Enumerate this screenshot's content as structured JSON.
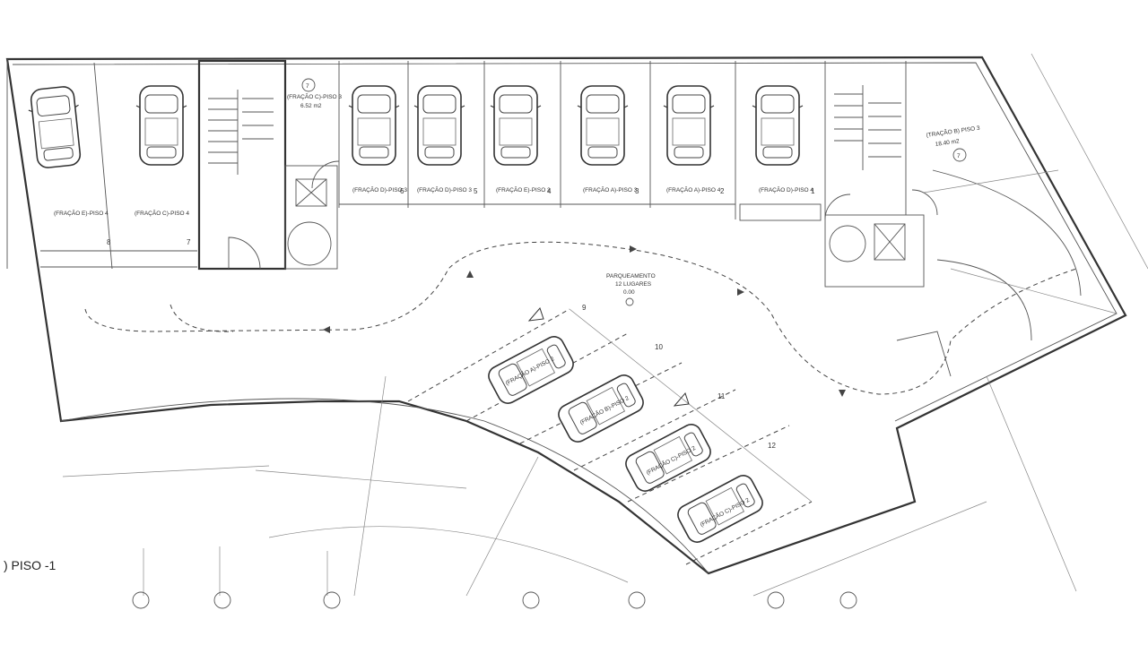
{
  "drawing": {
    "caption": ") PISO  -1",
    "parking_title": "PARQUEAMENTO",
    "parking_sub": "12 LUGARES",
    "parking_level": "0.00"
  },
  "top_spaces": [
    {
      "label": "(FRAÇÃO E)-PISO 4",
      "num": "8"
    },
    {
      "label": "(FRAÇÃO C)-PISO 4",
      "num": "7"
    },
    {
      "label": "(FRAÇÃO D)-PISO 3",
      "num": "6"
    },
    {
      "label": "(FRAÇÃO D)-PISO 3",
      "num": "5"
    },
    {
      "label": "(FRAÇÃO E)-PISO 3",
      "num": "4"
    },
    {
      "label": "(FRAÇÃO A)-PISO 3",
      "num": "3"
    },
    {
      "label": "(FRAÇÃO A)-PISO 4",
      "num": "2"
    },
    {
      "label": "(FRAÇÃO D)-PISO 4",
      "num": "1"
    }
  ],
  "storage_left": {
    "label": "(FRAÇÃO C)-PISO 3",
    "area": "6.52 m2",
    "circle": "7"
  },
  "storage_right": {
    "label": "(TRAÇÃO B) PISO 3",
    "area": "18.40 m2",
    "circle": "7"
  },
  "angled_spaces": [
    {
      "label": "(FRAÇÃO A)-PISO 2",
      "num": "9"
    },
    {
      "label": "(FRAÇÃO B)-PISO 2",
      "num": "10"
    },
    {
      "label": "(FRAÇÃO C)-PISO 2",
      "num": "11"
    },
    {
      "label": "(FRAÇÃO C)-PISO 2",
      "num": "12"
    }
  ]
}
